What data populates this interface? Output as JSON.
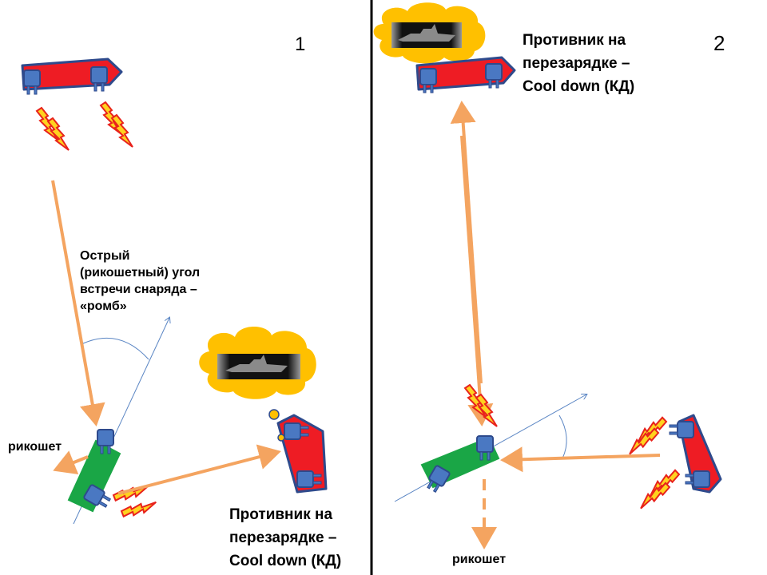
{
  "panels": [
    {
      "number": "1",
      "angle_label": "Острый\n(рикошетный) угол\nвстречи снаряда –\n«ромб»",
      "ricochet_label": "рикошет",
      "enemy_label": "Противник на\nперезарядке –\nCool down (КД)"
    },
    {
      "number": "2",
      "enemy_label": "Противник на\nперезарядке –\nCool down (КД)",
      "ricochet_label": "рикошет"
    }
  ],
  "colors": {
    "ship_hull_enemy": "#ee1c24",
    "ship_hull_player": "#1aa646",
    "hull_outline": "#2e4a8c",
    "turret": "#4a78c2",
    "arrow": "#f4a460",
    "fire_fill": "#ffd21f",
    "fire_stroke": "#e8221c",
    "cloud": "#ffc000",
    "divider": "#000000",
    "guide_line": "#5b86c4"
  }
}
